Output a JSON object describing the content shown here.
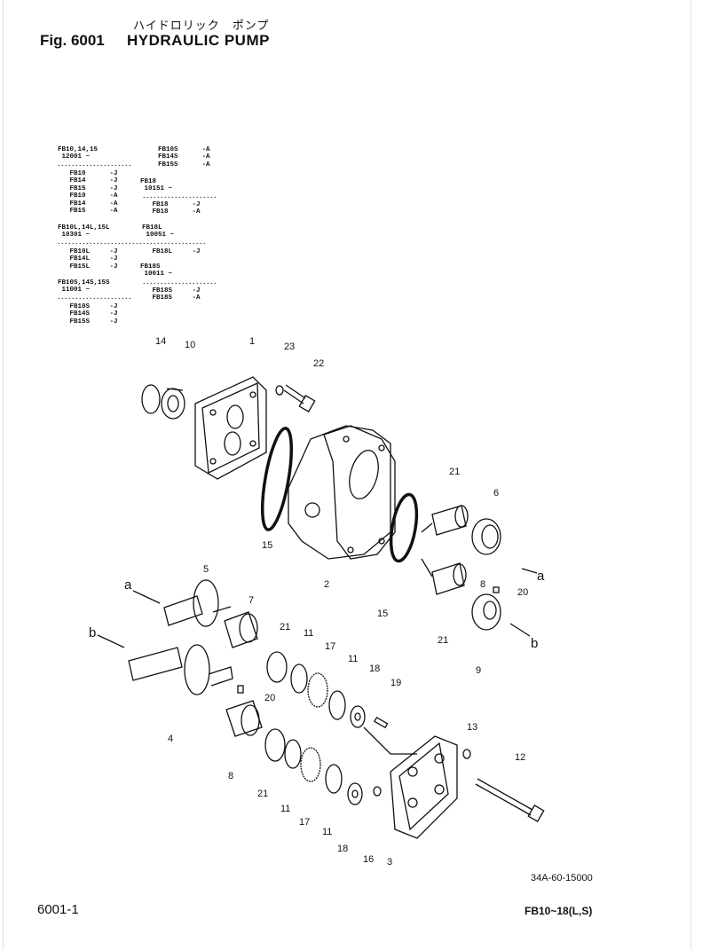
{
  "header": {
    "jp_title": "ハイドロリック　ポンプ",
    "fig_no": "Fig. 6001",
    "title": "HYDRAULIC PUMP"
  },
  "models": {
    "left": [
      "FB10,14,15\n 12001 ~",
      "   FB10      -J\n   FB14      -J\n   FB15      -J\n   FB10      -A\n   FB14      -A\n   FB15      -A",
      "FB10L,14L,15L\n 10301 ~",
      "   FB10L     -J\n   FB14L     -J\n   FB15L     -J",
      "FB10S,14S,15S\n 11001 ~",
      "   FB10S     -J\n   FB14S     -J\n   FB15S     -J"
    ],
    "right": [
      "FB10S      -A\nFB14S      -A\nFB15S      -A",
      "FB18\n 10151 ~",
      "   FB18      -J\n   FB18      -A",
      "FB18L\n 10051 ~",
      "   FB18L     -J",
      "FB18S\n 10011 ~",
      "   FB18S     -J\n   FB18S     -A"
    ],
    "separator": "....................."
  },
  "callouts": [
    "14",
    "10",
    "1",
    "23",
    "22",
    "21",
    "6",
    "15",
    "2",
    "15",
    "a",
    "8",
    "20",
    "21",
    "b",
    "9",
    "a",
    "5",
    "b",
    "7",
    "21",
    "11",
    "17",
    "11",
    "18",
    "19",
    "20",
    "4",
    "8",
    "21",
    "11",
    "17",
    "11",
    "18",
    "16",
    "3",
    "13",
    "12"
  ],
  "footer": {
    "part_code": "34A-60-15000",
    "page": "6001-1",
    "model_range": "FB10~18(L,S)"
  }
}
